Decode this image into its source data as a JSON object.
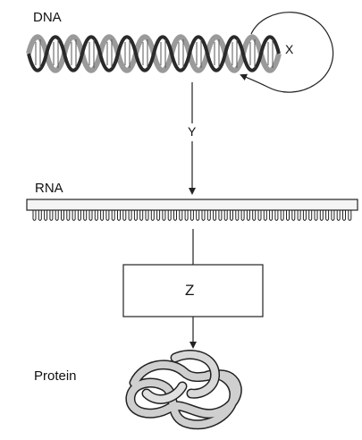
{
  "diagram": {
    "dna_label": "DNA",
    "rna_label": "RNA",
    "protein_label": "Protein",
    "process_x": "X",
    "process_y": "Y",
    "process_z": "Z"
  },
  "colors": {
    "line": "#222222",
    "strand_light": "#9a9a9a",
    "protein_fill": "#cfcfcf"
  }
}
